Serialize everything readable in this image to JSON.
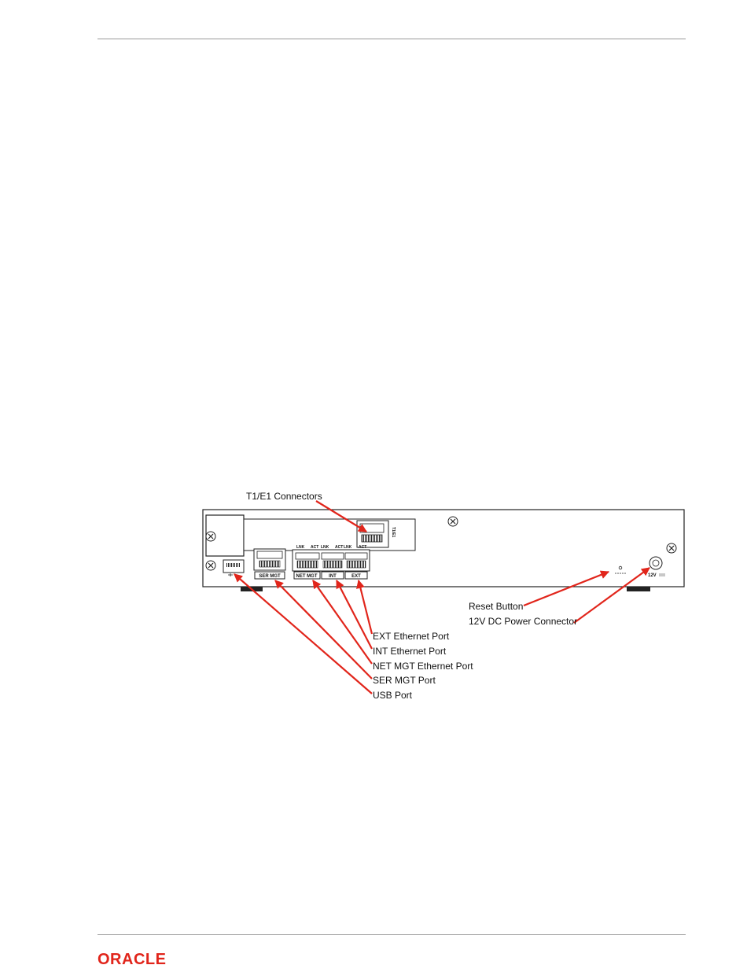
{
  "callouts": {
    "t1e1": "T1/E1 Connectors",
    "reset": "Reset Button",
    "power": "12V DC Power Connector",
    "ext": "EXT Ethernet Port",
    "int": "INT Ethernet Port",
    "netmgt": "NET MGT Ethernet Port",
    "sermgt": "SER MGT Port",
    "usb": "USB Port"
  },
  "panel_labels": {
    "ser_mgt": "SER MGT",
    "net_mgt": "NET MGT",
    "int": "INT",
    "ext": "EXT",
    "lnk": "LNK",
    "act": "ACT",
    "t1e1": "T1/E1",
    "power_12v": "12V"
  },
  "footer": {
    "logo": "ORACLE"
  },
  "colors": {
    "arrow": "#e1251b",
    "logo": "#e1251b",
    "rule": "#9a9a9a"
  }
}
